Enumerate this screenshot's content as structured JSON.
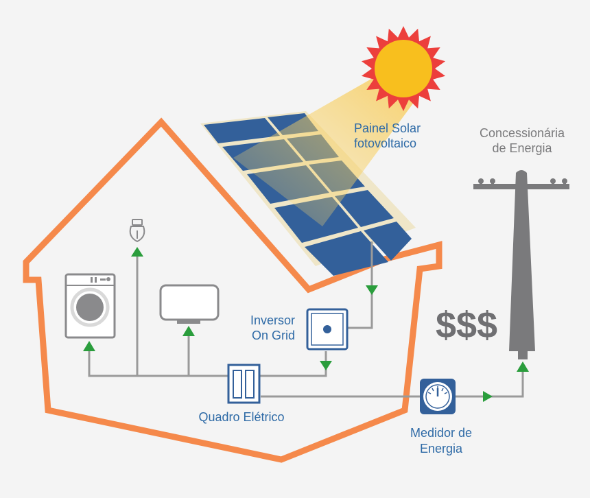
{
  "labels": {
    "solar_panel_line1": "Painel Solar",
    "solar_panel_line2": "fotovoltaico",
    "utility_line1": "Concessionária",
    "utility_line2": "de Energia",
    "inverter_line1": "Inversor",
    "inverter_line2": "On Grid",
    "panel_board": "Quadro Elétrico",
    "meter_line1": "Medidor de",
    "meter_line2": "Energia",
    "money": "$$$"
  },
  "colors": {
    "background": "#f4f4f4",
    "house_outline": "#f5894b",
    "solar_cell": "#33609a",
    "panel_frame": "#efe6c8",
    "sun_core": "#f8bf1e",
    "sun_rays": "#ec3f3c",
    "label_blue": "#2e6aa6",
    "utility_gray": "#7a7a7c",
    "money_gray": "#6f6f72",
    "wire_gray": "#9a9a9a",
    "arrow_green": "#2a9d3c",
    "device_gray": "#8a8a8c"
  },
  "icons": {
    "sun": "sun-icon",
    "bulb": "light-bulb-icon",
    "washer": "washing-machine-icon",
    "tv": "television-icon",
    "inverter": "inverter-icon",
    "board": "electrical-panel-icon",
    "meter": "energy-meter-icon",
    "pole": "utility-pole-icon"
  }
}
